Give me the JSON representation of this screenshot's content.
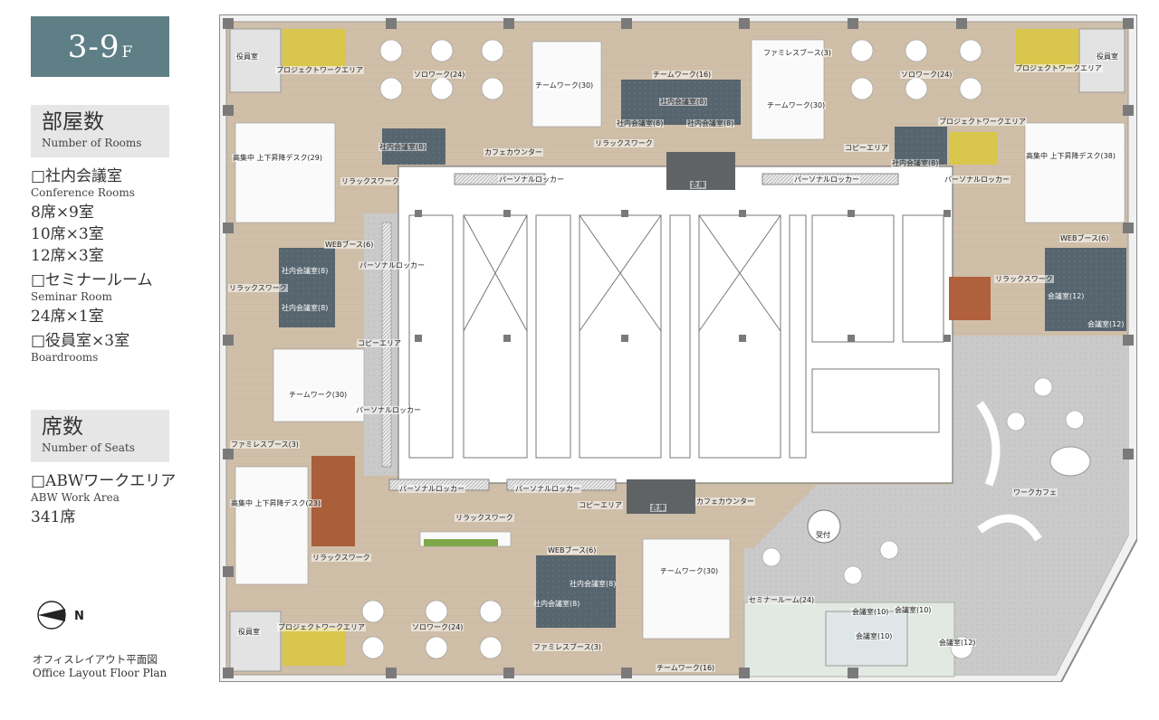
{
  "floor": {
    "number": "3-9",
    "unit": "F"
  },
  "rooms_section": {
    "title_jp": "部屋数",
    "title_en": "Number of Rooms"
  },
  "rooms": {
    "conference": {
      "label_jp": "□社内会議室",
      "label_en": "Conference Rooms",
      "counts": [
        "8席×9室",
        "10席×3室",
        "12席×3室"
      ]
    },
    "seminar": {
      "label_jp": "□セミナールーム",
      "label_en": "Seminar Room",
      "counts": [
        "24席×1室"
      ]
    },
    "boardroom": {
      "label_jp": "□役員室×3室",
      "label_en": "Boardrooms"
    }
  },
  "seats_section": {
    "title_jp": "席数",
    "title_en": "Number of Seats"
  },
  "seats": {
    "label_jp": "□ABWワークエリア",
    "label_en": "ABW Work Area",
    "count": "341席"
  },
  "compass": {
    "letter": "N"
  },
  "caption": {
    "jp": "オフィスレイアウト平面図",
    "en": "Office Layout Floor Plan"
  },
  "plan_labels": {
    "boardroom_tl": "役員室",
    "project_tl": "プロジェクトワークエリア",
    "solo_top_left": "ソロワーク(24)",
    "team_30_top": "チームワーク(30)",
    "team_16_top": "チームワーク(16)",
    "conf_8_top_a": "社内会議室(8)",
    "conf_8_top_b": "社内会議室(8)",
    "conf_8_top_c": "社内会議室(8)",
    "family_booth_top": "ファミレスブース(3)",
    "team_30_top_right": "チームワーク(30)",
    "solo_top_right": "ソロワーク(24)",
    "project_tr": "プロジェクトワークエリア",
    "boardroom_tr": "役員室",
    "project_tr2": "プロジェクトワークエリア",
    "focus_desk_29": "高集中 上下昇降デスク(29)",
    "conf_8_left_top": "社内会議室(8)",
    "cafe_counter_top": "カフェカウンター",
    "relax_top_mid": "リラックスワーク",
    "relax_left_a": "リラックスワーク",
    "locker_top_a": "パーソナルロッカー",
    "storage_top": "倉庫",
    "copy_top": "コピーエリア",
    "conf_8_top_right": "社内会議室(8)",
    "locker_top_b": "パーソナルロッカー",
    "locker_top_c": "パーソナルロッカー",
    "focus_desk_38": "高集中 上下昇降デスク(38)",
    "web_booth_left": "WEBブース(6)",
    "locker_left": "パーソナルロッカー",
    "conf_8_left_a": "社内会議室(8)",
    "conf_8_left_b": "社内会議室(8)",
    "relax_left_b": "リラックスワーク",
    "web_booth_right": "WEBブース(6)",
    "relax_right": "リラックスワーク",
    "conf_12_a": "会議室(12)",
    "conf_12_b": "会議室(12)",
    "copy_left": "コピーエリア",
    "team_30_left": "チームワーク(30)",
    "locker_left_b": "パーソナルロッカー",
    "family_booth_left": "ファミレスブース(3)",
    "focus_desk_23": "高集中 上下昇降デスク(23)",
    "relax_bottom_left": "リラックスワーク",
    "locker_bottom_a": "パーソナルロッカー",
    "locker_bottom_b": "パーソナルロッカー",
    "copy_bottom": "コピーエリア",
    "storage_bottom": "倉庫",
    "cafe_counter_bottom": "カフェカウンター",
    "relax_bottom_mid": "リラックスワーク",
    "work_cafe": "ワークカフェ",
    "reception": "受付",
    "web_booth_bottom": "WEBブース(6)",
    "conf_8_bottom_a": "社内会議室(8)",
    "conf_8_bottom_b": "社内会議室(8)",
    "team_30_bottom": "チームワーク(30)",
    "seminar_room": "セミナールーム(24)",
    "conf_10_a": "会議室(10)",
    "conf_10_b": "会議室(10)",
    "conf_10_c": "会議室(10)",
    "conf_12_bottom": "会議室(12)",
    "boardroom_bl": "役員室",
    "project_bl": "プロジェクトワークエリア",
    "solo_bottom": "ソロワーク(24)",
    "family_booth_bottom": "ファミレスブース(3)",
    "team_16_bottom": "チームワーク(16)"
  },
  "colors": {
    "badge": "#5f7f86",
    "legend_header": "#e6e6e6",
    "wood_floor": "#cdbba5",
    "carpet_grey": "#c9c9c9",
    "project_yellow": "#d8c44a",
    "meeting_dark": "#52616a",
    "core": "#ffffff",
    "column": "#7a7a7a"
  }
}
